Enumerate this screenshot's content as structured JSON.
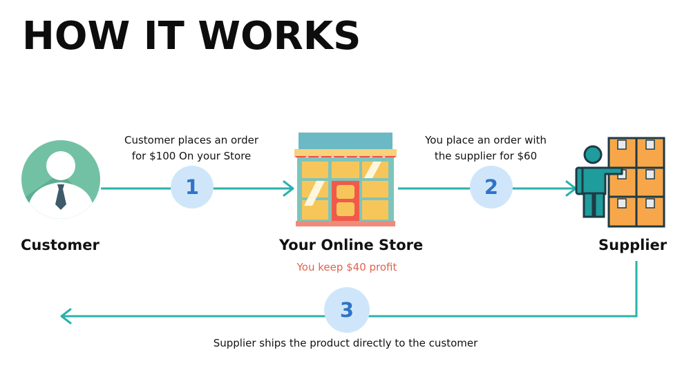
{
  "title": "HOW IT WORKS",
  "colors": {
    "arrow": "#2bb0aa",
    "step_circle": "#cfe6fa",
    "step_number": "#2f73c7",
    "profit_text": "#e0624c",
    "customer_circle": "#73c1a5",
    "store_awning": "#f04e4e",
    "supplier_figure": "#1f9c9c",
    "boxes": "#f7a74a"
  },
  "nodes": {
    "customer": {
      "label": "Customer",
      "icon": "customer-avatar-icon"
    },
    "store": {
      "label": "Your Online Store",
      "icon": "storefront-icon",
      "note": "You keep $40 profit"
    },
    "supplier": {
      "label": "Supplier",
      "icon": "supplier-boxes-icon"
    }
  },
  "steps": [
    {
      "number": "1",
      "caption_lines": [
        "Customer places an order",
        "for $100 On your Store"
      ]
    },
    {
      "number": "2",
      "caption_lines": [
        "You place an order with",
        "the supplier for $60"
      ]
    },
    {
      "number": "3",
      "caption_lines": [
        "Supplier ships the product directly to the customer"
      ]
    }
  ]
}
